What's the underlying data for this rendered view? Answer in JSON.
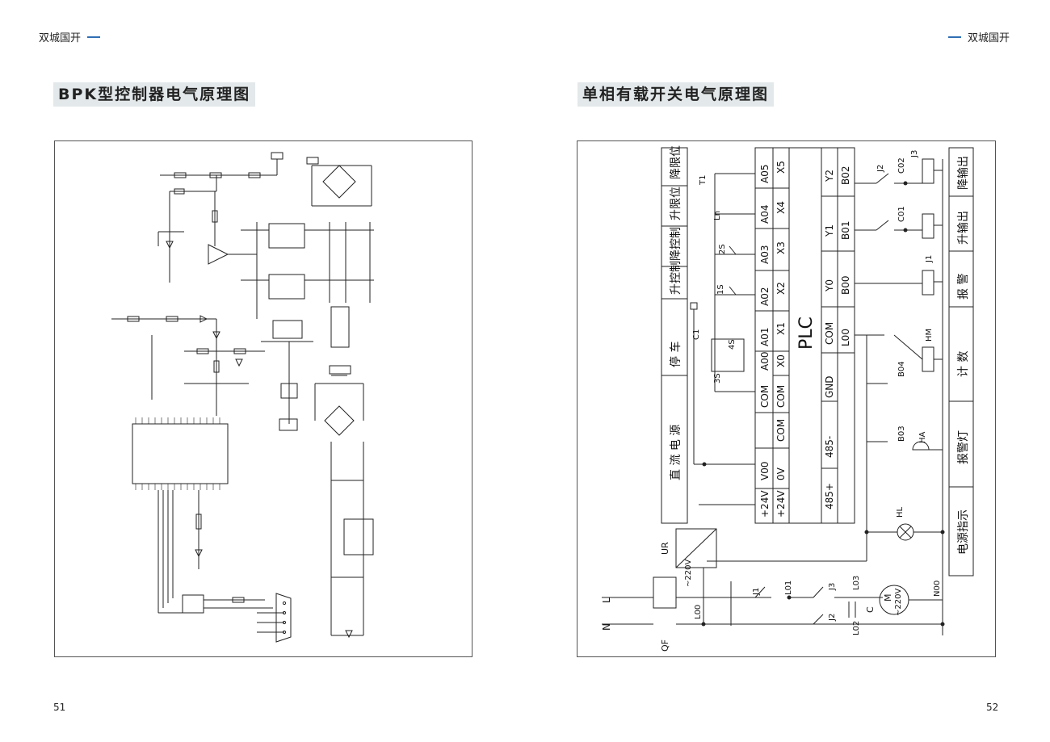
{
  "header": {
    "brand_left": "双城国开",
    "brand_right": "双城国开"
  },
  "left_page": {
    "title": "BPK型控制器电气原理图",
    "page_number": "51"
  },
  "right_page": {
    "title": "单相有载开关电气原理图",
    "page_number": "52",
    "plc": {
      "label": "PLC",
      "left_func_labels": [
        "直 流 电 源",
        "停    车",
        "升控制",
        "降控制",
        "升限位",
        "降限位"
      ],
      "right_func_labels": [
        "电源指示",
        "报警灯",
        "计  数",
        "报  警",
        "升输出",
        "降输出"
      ],
      "input_a_terms": [
        "A05",
        "A04",
        "A03",
        "A02",
        "A01",
        "A00",
        "COM",
        "V00",
        "+24V"
      ],
      "input_x_terms": [
        "X5",
        "X4",
        "X3",
        "X2",
        "X1",
        "X0",
        "COM",
        "COM",
        "0V",
        "+24V"
      ],
      "out_y_terms": [
        "Y2",
        "Y1",
        "Y0",
        "COM",
        "GND",
        "485-",
        "485+"
      ],
      "out_b_terms": [
        "B02",
        "B01",
        "B00",
        "L00"
      ],
      "switches": [
        "T1",
        "Ln",
        "2S",
        "1S",
        "4S",
        "3S",
        "C1"
      ],
      "relays": [
        "J3",
        "J2",
        "J1",
        "C02",
        "C01",
        "HM",
        "B04",
        "HA",
        "B03",
        "HL"
      ],
      "power": [
        "UR",
        "~220V",
        "L00",
        "L01",
        "L02",
        "L03",
        "J1",
        "J2",
        "J3",
        "C",
        "M",
        "~220V",
        "N00",
        "L",
        "N",
        "QF"
      ]
    }
  }
}
